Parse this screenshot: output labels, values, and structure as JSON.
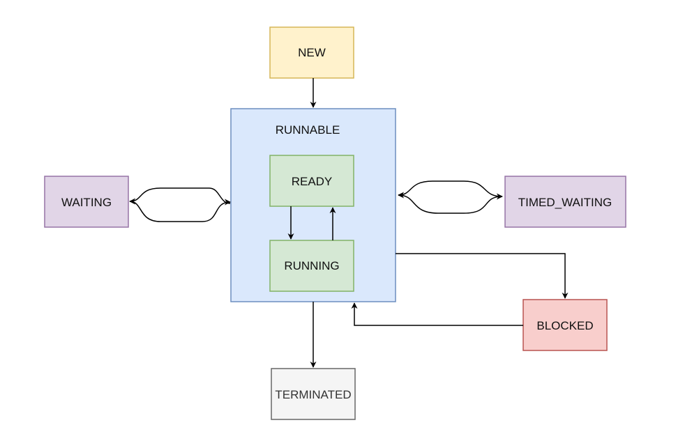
{
  "states": {
    "new": {
      "label": "NEW",
      "fill": "#fff2cc",
      "stroke": "#d6b656"
    },
    "runnable": {
      "label": "RUNNABLE",
      "fill": "#dae8fc",
      "stroke": "#6c8ebf"
    },
    "ready": {
      "label": "READY",
      "fill": "#d5e8d4",
      "stroke": "#82b366"
    },
    "running": {
      "label": "RUNNING",
      "fill": "#d5e8d4",
      "stroke": "#82b366"
    },
    "waiting": {
      "label": "WAITING",
      "fill": "#e1d5e7",
      "stroke": "#9673a6"
    },
    "timed_waiting": {
      "label": "TIMED_WAITING",
      "fill": "#e1d5e7",
      "stroke": "#9673a6"
    },
    "blocked": {
      "label": "BLOCKED",
      "fill": "#f8cecc",
      "stroke": "#b85450"
    },
    "terminated": {
      "label": "TERMINATED",
      "fill": "#f5f5f5",
      "stroke": "#666666"
    }
  },
  "edges": [
    {
      "from": "NEW",
      "to": "RUNNABLE"
    },
    {
      "from": "READY",
      "to": "RUNNING"
    },
    {
      "from": "RUNNING",
      "to": "READY"
    },
    {
      "from": "RUNNABLE",
      "to": "WAITING"
    },
    {
      "from": "WAITING",
      "to": "RUNNABLE"
    },
    {
      "from": "RUNNABLE",
      "to": "TIMED_WAITING"
    },
    {
      "from": "TIMED_WAITING",
      "to": "RUNNABLE"
    },
    {
      "from": "RUNNABLE",
      "to": "BLOCKED"
    },
    {
      "from": "BLOCKED",
      "to": "RUNNABLE"
    },
    {
      "from": "RUNNABLE",
      "to": "TERMINATED"
    }
  ]
}
